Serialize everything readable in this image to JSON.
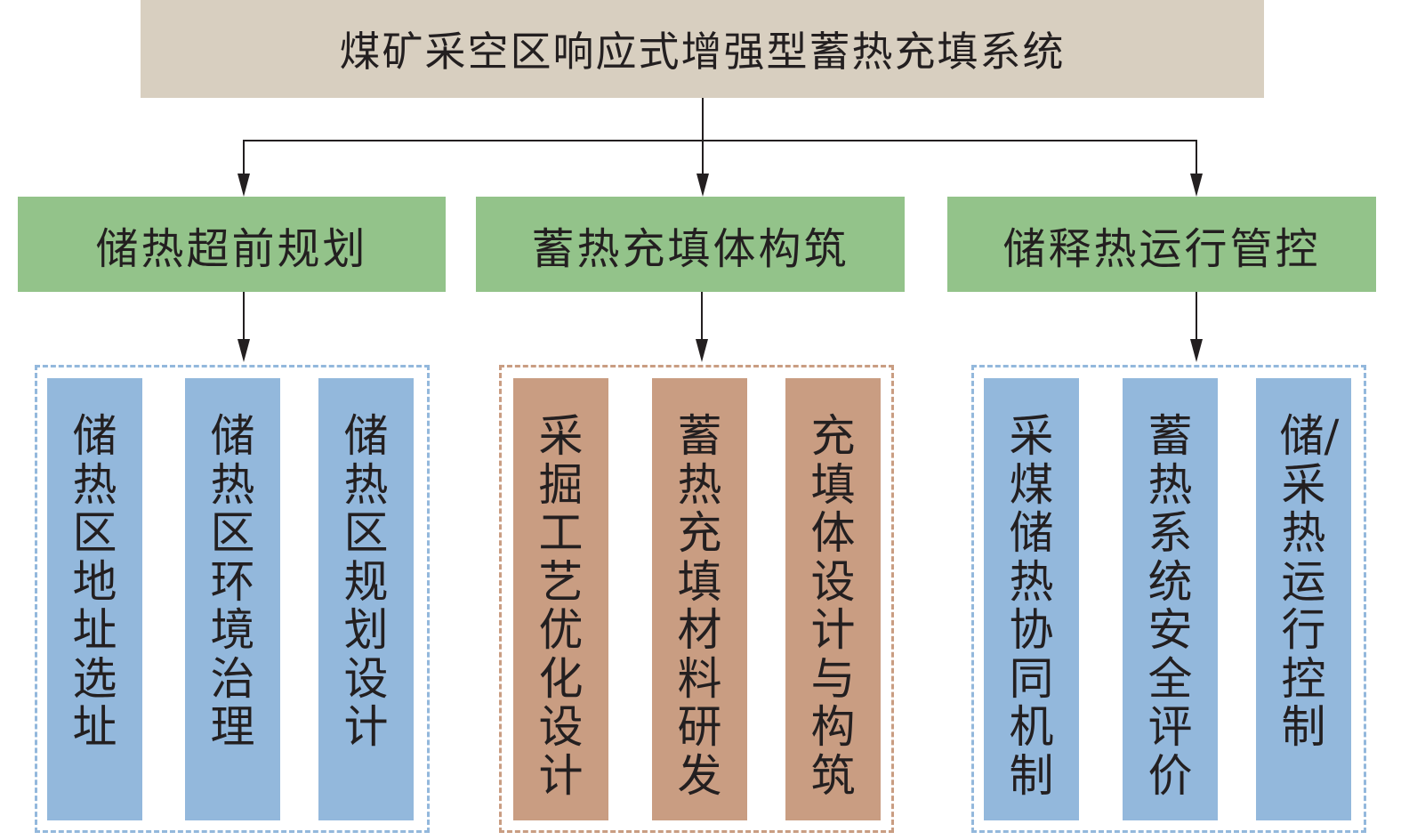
{
  "title": "煤矿采空区响应式增强型蓄热充填系统",
  "branches": [
    {
      "label": "储热超前规划",
      "items": [
        "储热区地址选址",
        "储热区环境治理",
        "储热区规划设计"
      ]
    },
    {
      "label": "蓄热充填体构筑",
      "items": [
        "采掘工艺优化设计",
        "蓄热充填材料研发",
        "充填体设计与构筑"
      ]
    },
    {
      "label": "储释热运行管控",
      "items": [
        "采煤储热协同机制",
        "蓄热系统安全评价",
        "储/采热运行控制"
      ]
    }
  ],
  "colors": {
    "title_bg": "#d8cfc0",
    "branch_bg": "#93c38a",
    "blue": "#93b8dc",
    "brown": "#c99d82"
  }
}
